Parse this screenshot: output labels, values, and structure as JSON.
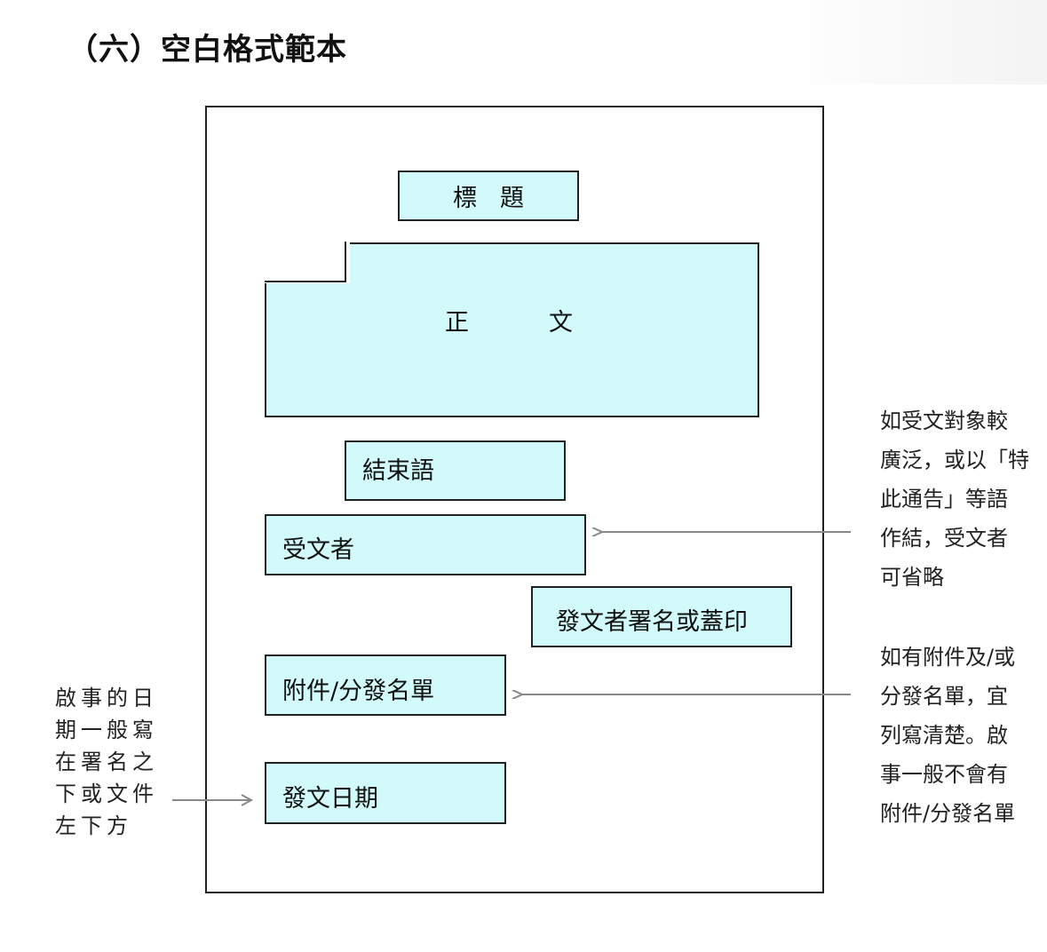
{
  "heading": "（六）空白格式範本",
  "boxes": {
    "title": "標題",
    "body": "正文",
    "closing": "結束語",
    "recipient": "受文者",
    "signature": "發文者署名或蓋印",
    "attachment": "附件/分發名單",
    "date": "發文日期"
  },
  "notes": {
    "recipient": [
      "如受文對象較",
      "廣泛，或以「特",
      "此通告」等語",
      "作結，受文者",
      "可省略"
    ],
    "attachment": [
      "如有附件及/或",
      "分發名單，宜",
      "列寫清楚。啟",
      "事一般不會有",
      "附件/分發名單"
    ],
    "date": [
      "啟事的日",
      "期一般寫",
      "在署名之",
      "下或文件",
      "左下方"
    ]
  },
  "colors": {
    "box_fill": "#d2fafa",
    "border": "#222222",
    "arrow": "#888888"
  }
}
